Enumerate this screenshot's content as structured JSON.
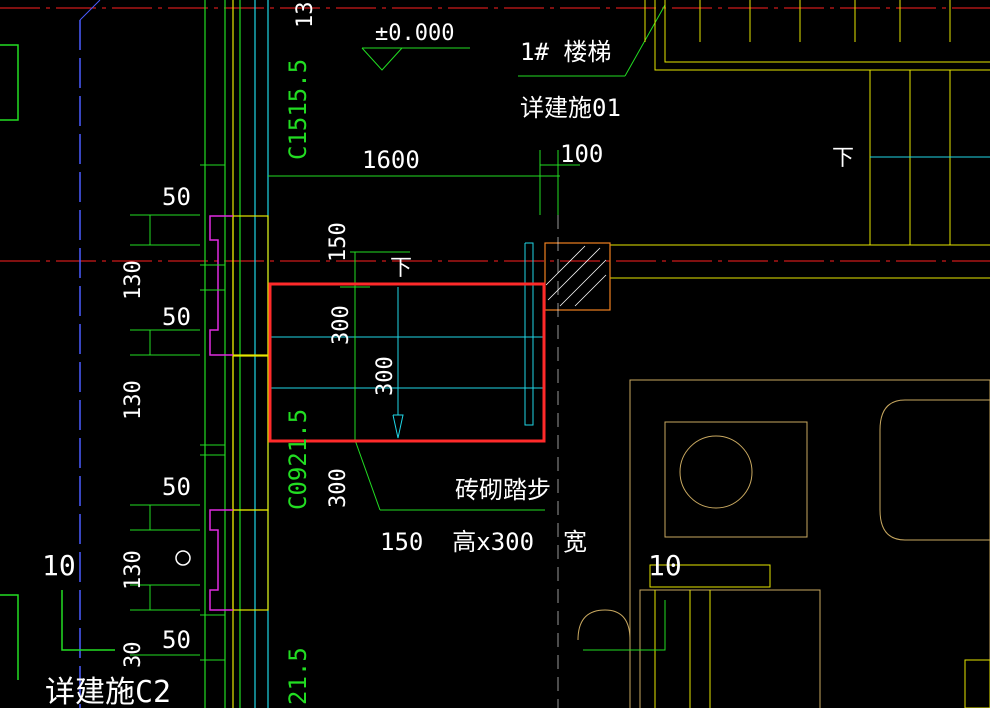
{
  "drawing": {
    "elevation_label": "±0.000",
    "stair_label": "1# 楼梯",
    "ref_upper": "详建施01",
    "ref_lower_left": "详建施C2",
    "down_arrow_upper": "下",
    "down_arrow_mid": "下",
    "window_c1515": "C1515.5",
    "window_c09": "C0921.5",
    "window_lower": "21.5",
    "dim_1600": "1600",
    "dim_100": "100",
    "dim_150_v": "150",
    "dim_300_a": "300",
    "dim_300_b": "300",
    "dim_300_side": "300",
    "dim_50_1": "50",
    "dim_50_2": "50",
    "dim_50_3": "50",
    "dim_50_4": "50",
    "dim_130_1": "130",
    "dim_130_2": "130",
    "dim_130_3": "130",
    "dim_130_4": "30",
    "dim_130_top": "13",
    "note_title": "砖砌踏步",
    "note_detail": "150  高x300  宽",
    "wall_10_left": "10",
    "wall_10_right": "10",
    "highlight_color": "#ff2a2a"
  }
}
